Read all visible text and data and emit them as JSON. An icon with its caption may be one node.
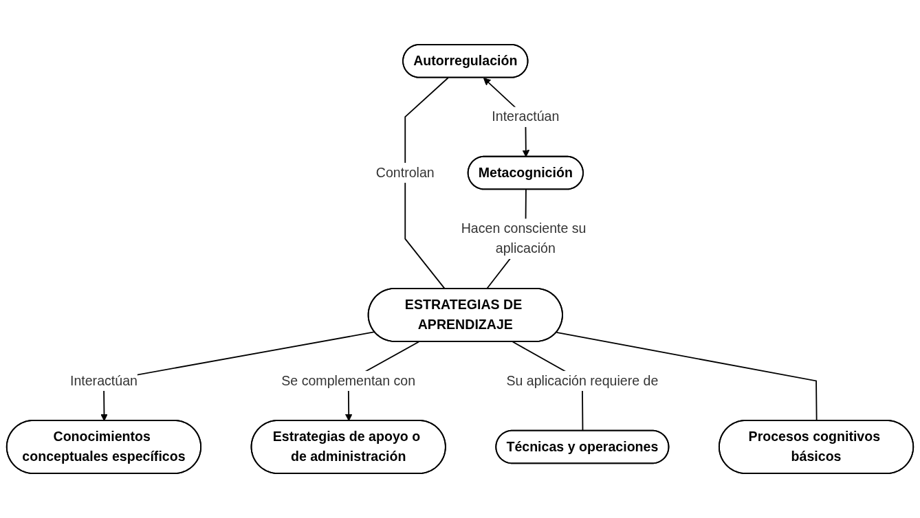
{
  "diagram": {
    "nodes": [
      {
        "text": [
          "Autorregulación"
        ]
      },
      {
        "text": [
          "Metacognición"
        ]
      },
      {
        "text": [
          "ESTRATEGIAS DE APRENDIZAJE"
        ]
      },
      {
        "text": [
          "Conocimientos conceptuales específicos"
        ]
      },
      {
        "text": [
          "Estrategias de apoyo o de administración"
        ]
      },
      {
        "text": [
          "Técnicas y operaciones"
        ]
      },
      {
        "text": [
          "Procesos cognitivos básicos"
        ]
      }
    ],
    "edges": [
      {
        "from": 0,
        "to": 1,
        "arrow": "both",
        "label": "Interactúan"
      },
      {
        "from": 0,
        "to": 2,
        "arrow": "none",
        "label": "Controlan"
      },
      {
        "from": 1,
        "to": 2,
        "arrow": "none",
        "label": "Hacen consciente su aplicación"
      },
      {
        "from": 2,
        "to": 3,
        "arrow": "to",
        "label": "Interactúan"
      },
      {
        "from": 2,
        "to": 4,
        "arrow": "to",
        "label": "Se complementan con"
      },
      {
        "from": 2,
        "to": 5,
        "arrow": "none",
        "label": "Su aplicación requiere de"
      },
      {
        "from": 2,
        "to": 6,
        "arrow": "none"
      }
    ]
  }
}
